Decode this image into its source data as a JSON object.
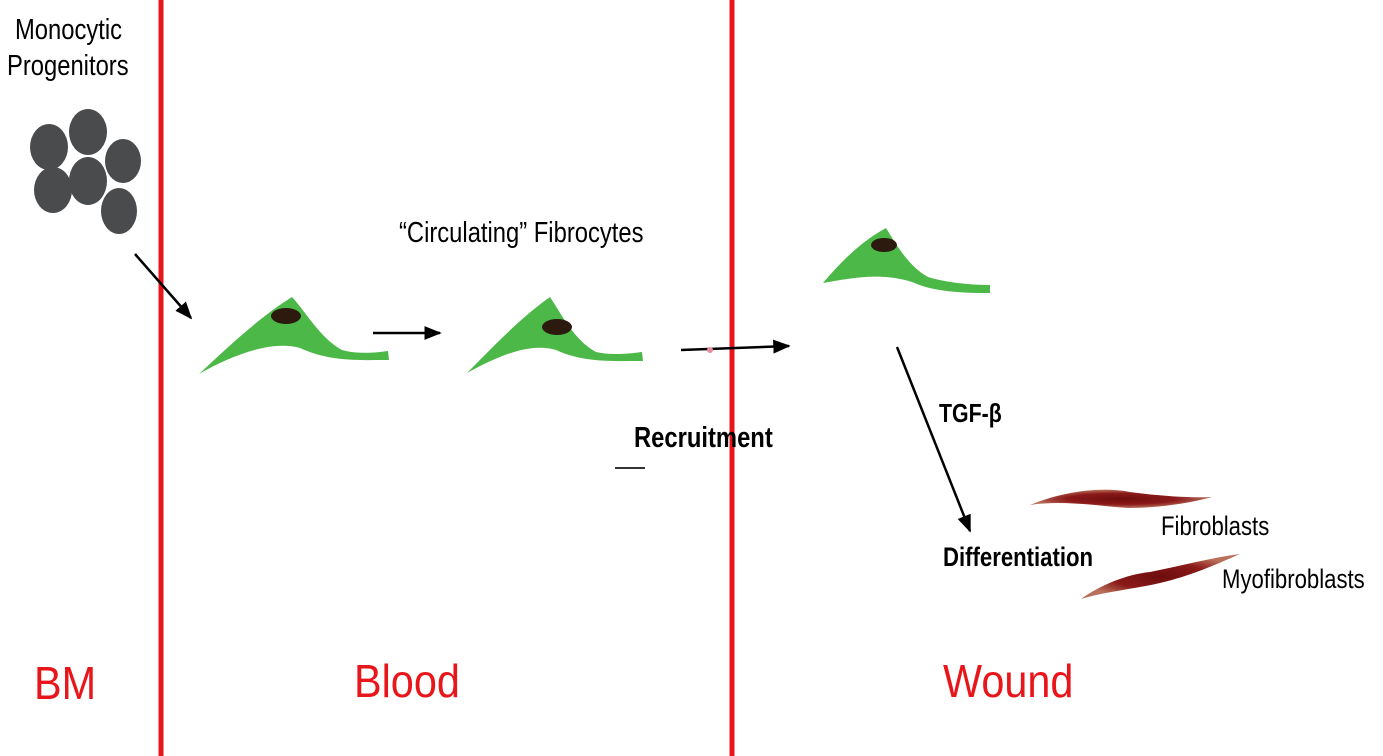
{
  "zones": {
    "bm": "BM",
    "blood": "Blood",
    "wound": "Wound"
  },
  "labels": {
    "progenitors_line1": "Monocytic",
    "progenitors_line2": "Progenitors",
    "circulating": "“Circulating” Fibrocytes",
    "recruitment": "Recruitment",
    "tgf": "TGF-β",
    "differentiation": "Differentiation",
    "fibroblasts": "Fibroblasts",
    "myofibroblasts": "Myofibroblasts"
  },
  "colors": {
    "divider": "#e8161b",
    "zone_text": "#e8161b",
    "fibrocyte": "#4cb848",
    "nucleus": "#2b1a0d",
    "progenitor": "#4a4b4d",
    "fibroblast": "#8b1a1a",
    "arrow": "#000000"
  }
}
